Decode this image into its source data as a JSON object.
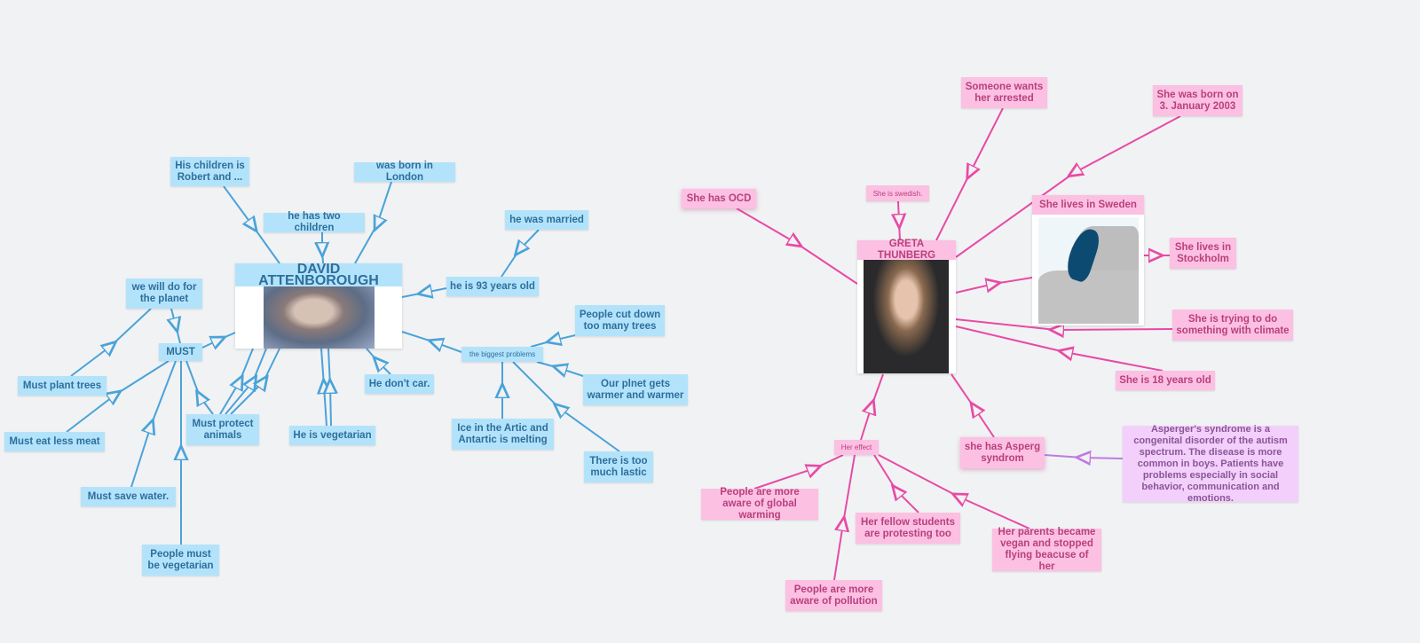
{
  "colors": {
    "blue_edge": "#4aa3d9",
    "pink_edge": "#e84aa5",
    "purple_edge": "#c07be0"
  },
  "attenborough": {
    "title": "DAVID ATTENBOROUGH",
    "children": "His children is Robert and ...",
    "born": "was born in London",
    "two_children": "he has two children",
    "married": "he was married",
    "age": "he is 93 years old",
    "we_will": "we will do for the planet",
    "must": "MUST",
    "plant_trees": "Must plant trees",
    "eat_less_meat": "Must eat less meat",
    "save_water": "Must save water.",
    "people_vegetarian": "People must be vegetarian",
    "protect_animals": "Must protect animals",
    "vegetarian": "He is vegetarian",
    "no_car": "He don't car.",
    "biggest_problems": "the biggest problems",
    "cut_trees": "People cut down too many trees",
    "warmer": "Our plnet gets warmer and warmer",
    "ice": "Ice in the Artic and Antartic is melting",
    "plastic": "There is too much lastic"
  },
  "thunberg": {
    "title": "GRETA THUNBERG",
    "arrested": "Someone wants her arrested",
    "born": "She was born on 3. January 2003",
    "ocd": "She has OCD",
    "swedish": "She is swedish.",
    "sweden": "She lives in Sweden",
    "stockholm": "She lives in Stockholm",
    "climate": "She is trying to do something with climate",
    "age": "She is 18 years old",
    "asperger": "she has Asperg syndrom",
    "asperger_info": "Asperger's syndrome is a congenital disorder of the autism spectrum. The disease is more common in boys. Patients have problems especially in social behavior, communication and emotions.",
    "effect": "Her effect",
    "global_warming": "People are more aware of global warming",
    "students": "Her fellow students are protesting too",
    "parents": "Her parents became vegan and stopped flying beacuse of her",
    "pollution": "People are more aware of pollution"
  }
}
